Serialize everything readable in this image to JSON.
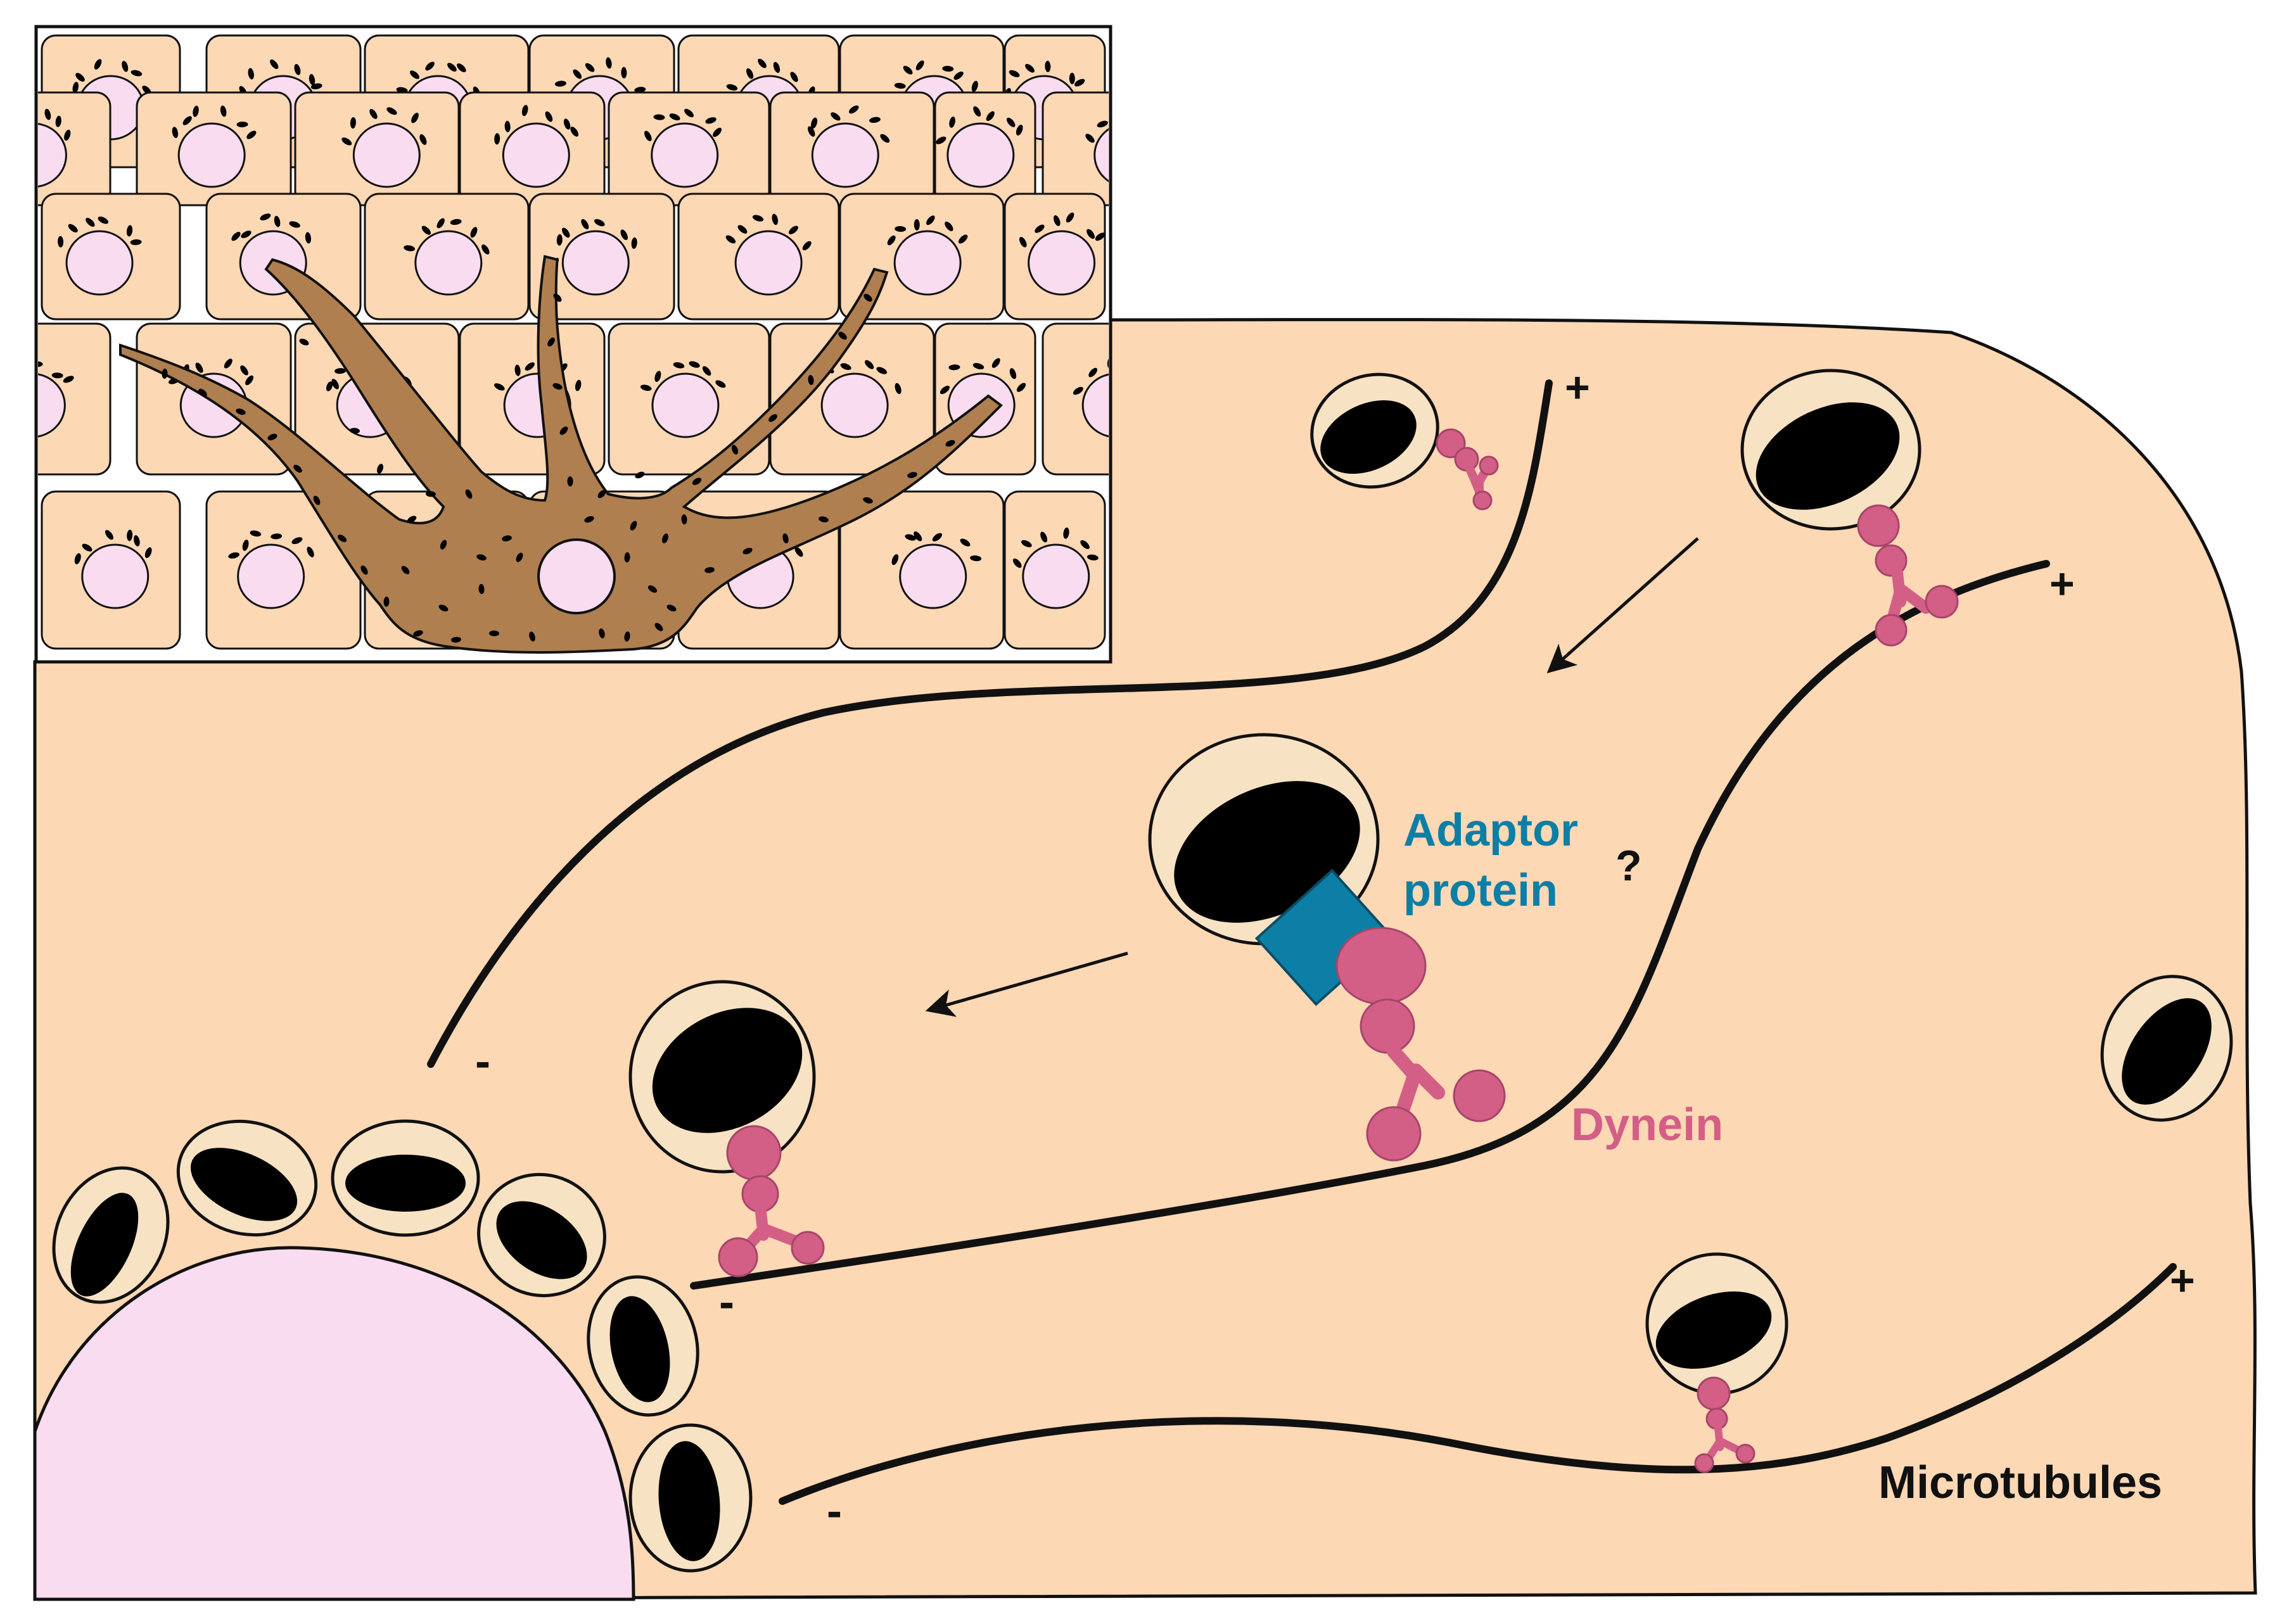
{
  "labels": {
    "adaptor_line1": "Adaptor",
    "adaptor_line2": "protein",
    "question": "?",
    "dynein": "Dynein",
    "microtubules": "Microtubules",
    "plus": "+",
    "minus": "-"
  },
  "colors": {
    "cytoplasm": "#fdd8b5",
    "nucleus": "#fadcf0",
    "melanocyte": "#b07f4f",
    "dynein": "#d35f86",
    "dynein_dark": "#a8446a",
    "adaptor": "#0d7fa6",
    "dynein_label": "#d35f86",
    "adaptor_label": "#0d7fa6",
    "outline": "#111111",
    "melanin": "#000000",
    "melanosome_halo": "#f8e2c4"
  }
}
